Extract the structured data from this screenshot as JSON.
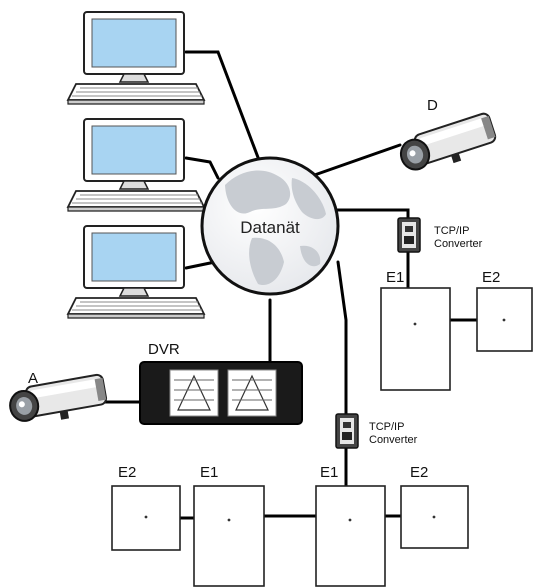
{
  "network": {
    "label": "Datanät"
  },
  "dvr": {
    "label": "DVR"
  },
  "cameras": {
    "a_label": "A",
    "d_label": "D"
  },
  "converters": {
    "upper_line1": "TCP/IP",
    "upper_line2": "Converter",
    "lower_line1": "TCP/IP",
    "lower_line2": "Converter"
  },
  "units": {
    "upper_e1": "E1",
    "upper_e2": "E2",
    "bottom_e2_left": "E2",
    "bottom_e1_left": "E1",
    "bottom_e1_right": "E1",
    "bottom_e2_right": "E2"
  },
  "colors": {
    "screen": "#a8d4f2",
    "globe_sphere": "#f4f4f6",
    "globe_land": "#c8ccd2",
    "dvr_body": "#1a1a1a",
    "cable": "#000000"
  }
}
